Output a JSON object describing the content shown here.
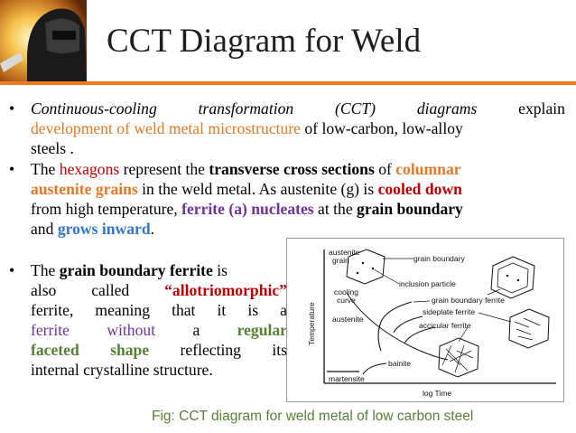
{
  "title": "CCT Diagram for Weld",
  "colors": {
    "accent_rule": "#f07a1e",
    "orange": "#e87722",
    "red": "#c00000",
    "purple": "#7030a0",
    "blue": "#2e75d6",
    "green": "#548235"
  },
  "bullets": {
    "marker": "•",
    "b1": {
      "l1_w1": "Continuous-cooling",
      "l1_w2": "transformation",
      "l1_w3": "(CCT)",
      "l1_w4": "diagrams",
      "l1_w5": "explain",
      "l2_orange": "development of weld metal microstructure",
      "l2_rest": " of low-carbon, low-alloy",
      "l3": "steels ."
    },
    "b2": {
      "t1": "The ",
      "hexagons": "hexagons",
      "t2": " represent the ",
      "transverse": "transverse cross sections",
      "t3": " of ",
      "columnar": "columnar",
      "austenite_grains": "austenite grains",
      "t4": " in the weld metal. As austenite (g) is ",
      "cooled_down": "cooled down",
      "t5": "from high temperature, ",
      "ferrite_nucleates": "ferrite (a) nucleates",
      "t6": " at the ",
      "grain_boundary": "grain boundary",
      "t7": "and ",
      "grows_inward": "grows inward",
      "t8": "."
    },
    "b3": {
      "l1_a": "The ",
      "l1_b": "grain boundary ferrite",
      "l1_c": " is",
      "l2_a": "also",
      "l2_b": "called",
      "l2_c": "“allotriomorphic”",
      "l3_a": "ferrite,",
      "l3_b": "meaning",
      "l3_c": "that",
      "l3_d": "it",
      "l3_e": "is",
      "l3_f": "a",
      "l4_a": "ferrite",
      "l4_b": "without",
      "l4_c": "a",
      "l4_d": "regular",
      "l5_a": "faceted",
      "l5_b": "shape",
      "l5_c": "reflecting",
      "l5_d": "its",
      "l6": "internal crystalline structure."
    }
  },
  "figure": {
    "austenite_grain_1": "austenite",
    "austenite_grain_2": "grain",
    "grain_boundary": "grain boundary",
    "inclusion_particle": "inclusion particle",
    "cooling_curve_1": "cooling",
    "cooling_curve_2": "curve",
    "austenite": "austenite",
    "grain_boundary_ferrite": "grain boundary ferrite",
    "sideplate_ferrite": "sideplate ferrite",
    "accicular_ferrite": "accicular ferrite",
    "bainite": "bainite",
    "martensite": "martensite",
    "y_axis": "Temperature",
    "x_axis": "log Time"
  },
  "caption": "Fig: CCT diagram for weld metal of low carbon steel"
}
